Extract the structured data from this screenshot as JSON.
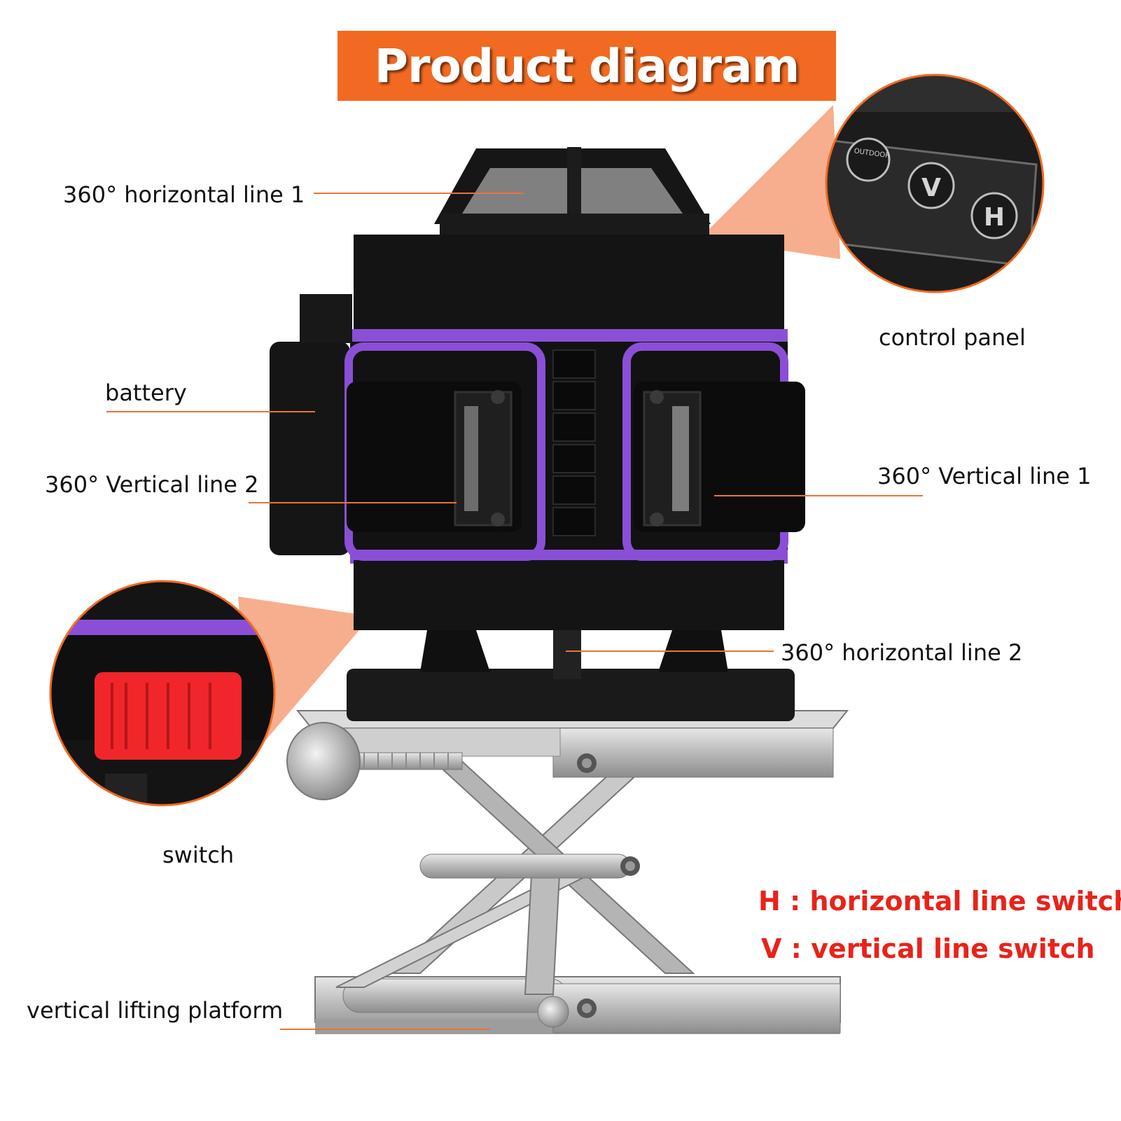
{
  "title": "Product diagram",
  "colors": {
    "banner": "#f26a21",
    "leader_line": "#e8743b",
    "legend_text": "#e8231a",
    "accent_purple": "#8a4fd6",
    "callout_ring": "#f26a21"
  },
  "labels": {
    "horizontal_line_1": "360° horizontal line 1",
    "control_panel": "control panel",
    "battery": "battery",
    "vertical_line_2": "360° Vertical line 2",
    "vertical_line_1": "360° Vertical line 1",
    "horizontal_line_2": "360° horizontal line 2",
    "switch": "switch",
    "lifting_platform": "vertical lifting platform"
  },
  "control_panel_buttons": {
    "power": "OUTDOOR",
    "vertical": "V",
    "horizontal": "H"
  },
  "legend": {
    "h": "H : horizontal line switch",
    "v": "V : vertical line switch"
  }
}
